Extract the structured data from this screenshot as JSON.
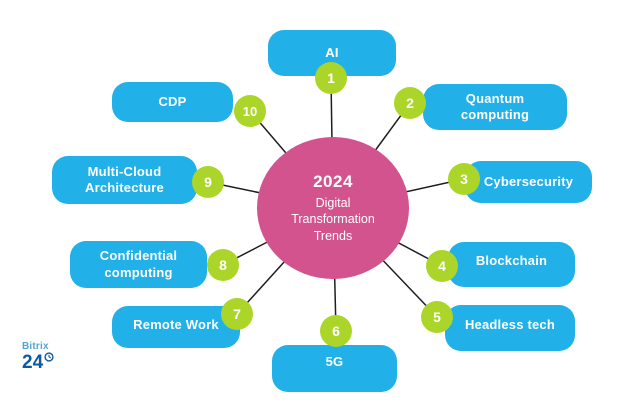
{
  "title": {
    "year": "2024",
    "subtitle": "Digital Transformation Trends"
  },
  "trends": [
    {
      "number": "1",
      "label": "AI"
    },
    {
      "number": "2",
      "label": "Quantum computing"
    },
    {
      "number": "3",
      "label": "Cybersecurity"
    },
    {
      "number": "4",
      "label": "Blockchain"
    },
    {
      "number": "5",
      "label": "Headless tech"
    },
    {
      "number": "6",
      "label": "5G"
    },
    {
      "number": "7",
      "label": "Remote Work"
    },
    {
      "number": "8",
      "label": "Confidential computing"
    },
    {
      "number": "9",
      "label": "Multi-Cloud Architecture"
    },
    {
      "number": "10",
      "label": "CDP"
    }
  ],
  "logo": {
    "brand_top": "Bitrix",
    "brand_bottom": "24",
    "clock_icon": "clock"
  },
  "colors": {
    "node_blue": "#21b0e8",
    "badge_green": "#abd629",
    "center_pink": "#d2538e",
    "connector_line": "#1e1e1e",
    "logo_light_blue": "#4fa5d5",
    "logo_dark_blue": "#0b5a9d",
    "background": "#ffffff"
  }
}
